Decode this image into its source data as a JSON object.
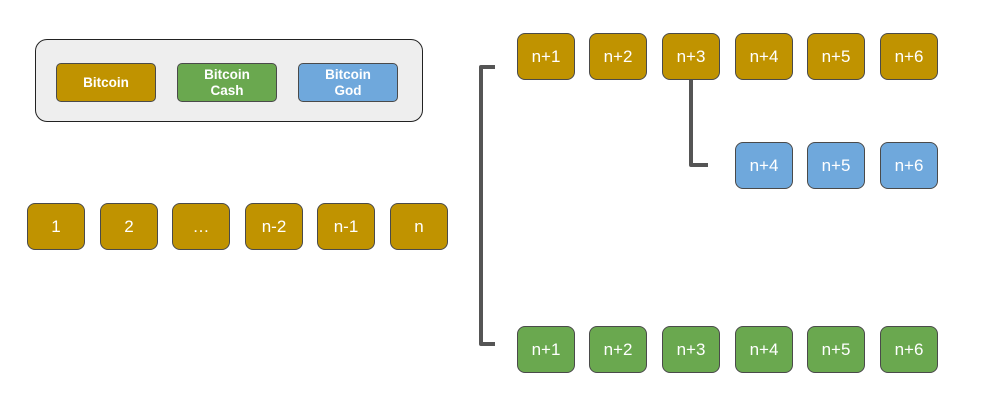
{
  "colors": {
    "bitcoin": "#c09300",
    "bitcoin_cash": "#6aa84f",
    "bitcoin_god": "#6fa8dc",
    "connector": "#555555"
  },
  "legend": [
    {
      "label": "Bitcoin",
      "chain": "bitcoin"
    },
    {
      "label": "Bitcoin\nCash",
      "chain": "bitcoin_cash"
    },
    {
      "label": "Bitcoin\nGod",
      "chain": "bitcoin_god"
    }
  ],
  "main_chain": {
    "chain": "bitcoin",
    "blocks": [
      "1",
      "2",
      "…",
      "n-2",
      "n-1",
      "n"
    ]
  },
  "upper_branch": {
    "chain": "bitcoin",
    "blocks": [
      "n+1",
      "n+2",
      "n+3",
      "n+4",
      "n+5",
      "n+6"
    ]
  },
  "fork_branch": {
    "chain": "bitcoin_god",
    "blocks": [
      "n+4",
      "n+5",
      "n+6"
    ]
  },
  "lower_branch": {
    "chain": "bitcoin_cash",
    "blocks": [
      "n+1",
      "n+2",
      "n+3",
      "n+4",
      "n+5",
      "n+6"
    ]
  }
}
